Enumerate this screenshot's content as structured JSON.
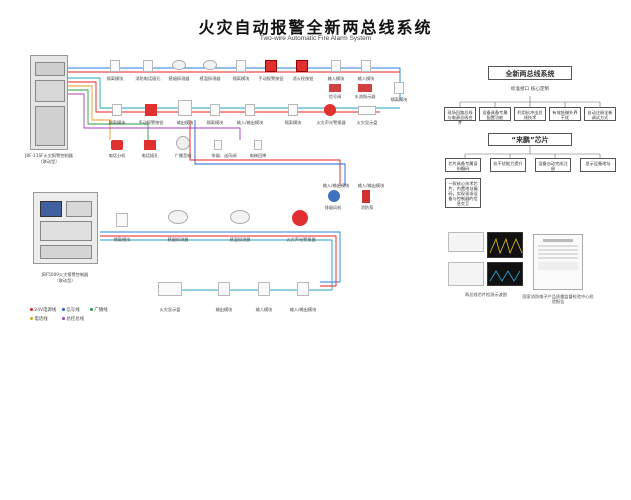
{
  "title": "火灾自动报警全新两总线系统",
  "subtitle": "Two-wire Automatic Fire Alarm System",
  "panels": {
    "main_label": "JBF-11SF火灾报警控制器",
    "main_sub": "（联动型）",
    "small_label": "JBF5009火灾报警控制器",
    "small_sub": "（联动型）"
  },
  "row1": [
    "隔离模块",
    "消防电话插孔",
    "感烟探测器",
    "感温探测器",
    "隔离模块",
    "手动报警按钮",
    "消火栓按钮",
    "输入模块",
    "输入模块",
    "隔离模块"
  ],
  "row1_sub": [
    "信号阀",
    "水流指示器"
  ],
  "row2": [
    "隔离模块",
    "手动报警按钮",
    "输出模块",
    "隔离模块",
    "输入/输出模块",
    "隔离模块",
    "火灾声光警报器",
    "火灾显示盘"
  ],
  "row3": [
    "电话分机",
    "电话插孔",
    "广播音响",
    "排烟、送风阀",
    "电梯回降"
  ],
  "row4": [
    "输入/输出模块",
    "输入/输出模块"
  ],
  "row4_sub": [
    "排烟风机",
    "消防泵"
  ],
  "row5": [
    "隔离模块",
    "感烟探测器",
    "感温探测器",
    "火灾声光警报器"
  ],
  "row6": [
    "火灾显示盘",
    "输出模块",
    "输入模块",
    "输入/输出模块"
  ],
  "legend": [
    {
      "label": "24V电源线",
      "color": "#e02020"
    },
    {
      "label": "信号线",
      "color": "#2060d0"
    },
    {
      "label": "广播线",
      "color": "#20a040"
    },
    {
      "label": "电话线",
      "color": "#e0a020"
    },
    {
      "label": "总控总线",
      "color": "#a040c0"
    }
  ],
  "right": {
    "header": "全新两总线系统",
    "subheader": "标准接口 核心定制",
    "features": [
      "现场回路总线与电源总线合并",
      "设备具备专属配置功能",
      "利用抗冲击总线技术",
      "有效抵御外界干扰",
      "自动注册全新调试方式"
    ],
    "chip_title": "“来鹏”芯片",
    "chip_features": [
      "芯片具备专属身份编码",
      "抗干扰能力提升",
      "设备自动完成注册",
      "显示设备地址"
    ],
    "chip_note": "一款核心技术芯片，内置地址编码，实现现场设备与控制器的信息交互",
    "caption_left": "两总线芯片检测示波图",
    "caption_right": "国家消防电子产品质量监督检验中心检验报告"
  }
}
